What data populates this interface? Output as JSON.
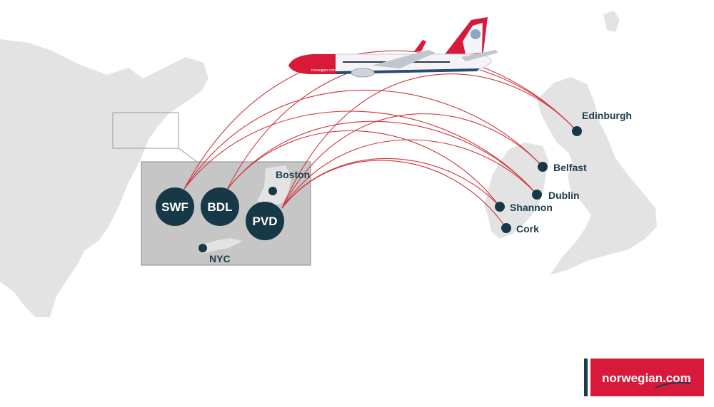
{
  "airports_us": [
    {
      "code": "SWF",
      "label": "SWF"
    },
    {
      "code": "BDL",
      "label": "BDL"
    },
    {
      "code": "PVD",
      "label": "PVD"
    }
  ],
  "cities_us": [
    {
      "name": "Boston"
    },
    {
      "name": "NYC"
    }
  ],
  "cities_eu": [
    {
      "name": "Edinburgh"
    },
    {
      "name": "Belfast"
    },
    {
      "name": "Dublin"
    },
    {
      "name": "Shannon"
    },
    {
      "name": "Cork"
    }
  ],
  "routes": [
    {
      "from": "SWF",
      "to": "Edinburgh"
    },
    {
      "from": "SWF",
      "to": "Belfast"
    },
    {
      "from": "SWF",
      "to": "Dublin"
    },
    {
      "from": "BDL",
      "to": "Edinburgh"
    },
    {
      "from": "BDL",
      "to": "Dublin"
    },
    {
      "from": "BDL",
      "to": "Shannon"
    },
    {
      "from": "PVD",
      "to": "Edinburgh"
    },
    {
      "from": "PVD",
      "to": "Belfast"
    },
    {
      "from": "PVD",
      "to": "Dublin"
    },
    {
      "from": "PVD",
      "to": "Shannon"
    },
    {
      "from": "PVD",
      "to": "Cork"
    }
  ],
  "colors": {
    "route": "#d2333b",
    "marker": "#163847",
    "land": "#e3e3e3",
    "inset": "#c6c6c6",
    "brand": "#d81939"
  },
  "aircraft": {
    "livery_text": "norwegian.com"
  },
  "logo": {
    "text": "norwegian.com"
  }
}
